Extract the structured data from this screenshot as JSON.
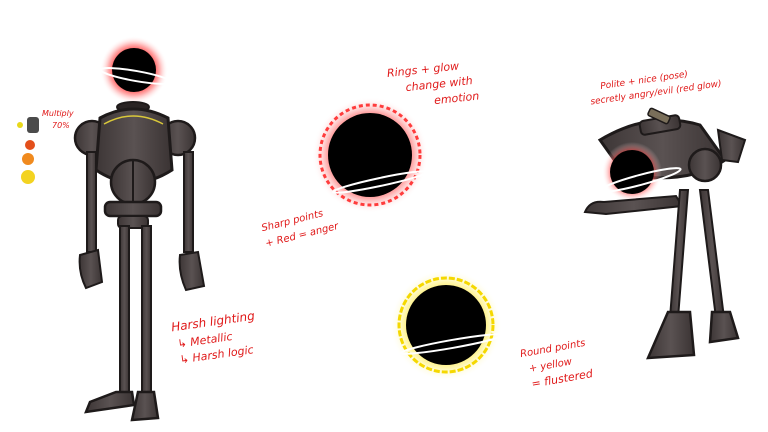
{
  "palette": {
    "label_line1": "Multiply",
    "label_line2": "70%",
    "swatches": [
      "#e8d81a",
      "#4b4b4b",
      "#e34f1b",
      "#f08a1e",
      "#f3d321"
    ]
  },
  "notes": {
    "rings_glow": [
      "Rings + glow",
      "change with",
      "emotion"
    ],
    "anger": [
      "Sharp points",
      "+ Red = anger"
    ],
    "lighting": [
      "Harsh lighting",
      "↳ Metallic",
      "↳ Harsh logic"
    ],
    "flustered": [
      "Round points",
      "+ yellow",
      "= flustered"
    ],
    "polite": [
      "Polite + nice (pose)",
      "secretly angry/evil (red glow)"
    ]
  },
  "colors": {
    "metal": "#4e4747",
    "outline": "#1e1a1a",
    "rim": "#d9c83a",
    "void": "#000000",
    "red_glow": "#ff2a2a",
    "yellow_glow": "#ffe400",
    "note": "#e01919"
  },
  "icons": [
    "palette-swatch",
    "black-hole-head",
    "black-hole-red",
    "black-hole-yellow",
    "robot-standing",
    "robot-bowing"
  ]
}
